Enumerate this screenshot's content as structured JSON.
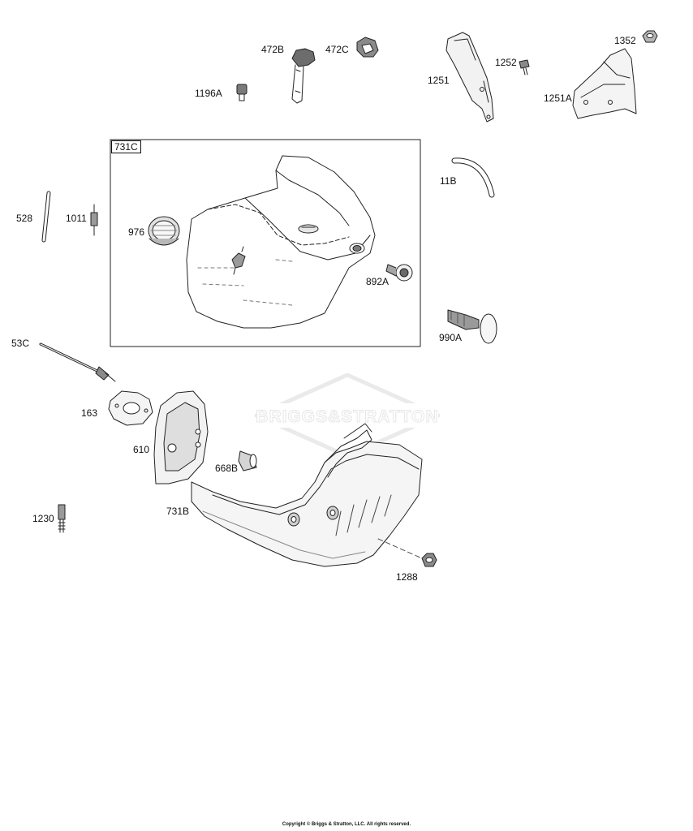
{
  "diagram": {
    "watermark_text": "BRIGGS&STRATTON",
    "group_box_label": "731C",
    "parts": [
      {
        "id": "p472b",
        "label": "472B"
      },
      {
        "id": "p472c",
        "label": "472C"
      },
      {
        "id": "p1196a",
        "label": "1196A"
      },
      {
        "id": "p1251",
        "label": "1251"
      },
      {
        "id": "p1252",
        "label": "1252"
      },
      {
        "id": "p1352",
        "label": "1352"
      },
      {
        "id": "p1251a",
        "label": "1251A"
      },
      {
        "id": "p11b",
        "label": "11B"
      },
      {
        "id": "p528",
        "label": "528"
      },
      {
        "id": "p1011",
        "label": "1011"
      },
      {
        "id": "p976",
        "label": "976"
      },
      {
        "id": "p892a",
        "label": "892A"
      },
      {
        "id": "p990a",
        "label": "990A"
      },
      {
        "id": "p53c",
        "label": "53C"
      },
      {
        "id": "p163",
        "label": "163"
      },
      {
        "id": "p610",
        "label": "610"
      },
      {
        "id": "p668b",
        "label": "668B"
      },
      {
        "id": "p731b",
        "label": "731B"
      },
      {
        "id": "p1230",
        "label": "1230"
      },
      {
        "id": "p1288",
        "label": "1288"
      }
    ],
    "copyright": "Copyright © Briggs & Stratton, LLC. All rights reserved."
  }
}
